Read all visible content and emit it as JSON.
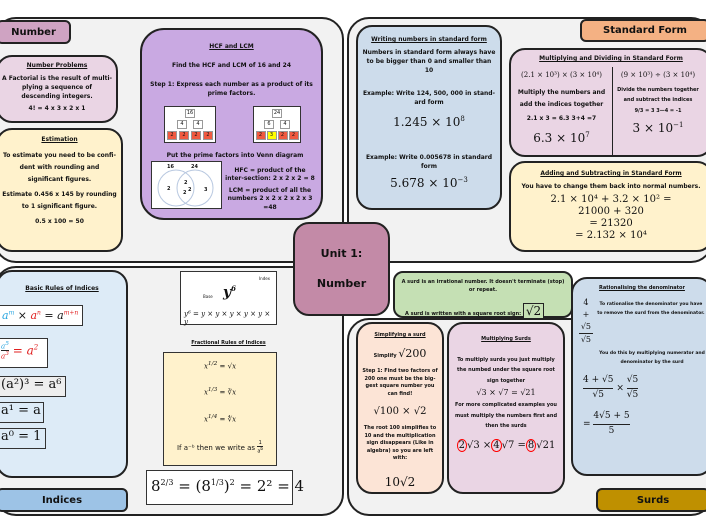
{
  "labels": {
    "number": "Number",
    "standard_form": "Standard Form",
    "indices": "Indices",
    "surds": "Surds",
    "unit_line1": "Unit 1:",
    "unit_line2": "Number"
  },
  "number_problems": {
    "title": "Number Problems",
    "text": "A Factorial is the  result of multi-plying a sequence of descending integers.",
    "example": "4! = 4 x 3 x 2 x 1"
  },
  "estimation": {
    "title": "Estimation",
    "text": "To estimate you need to be confi-dent with rounding and significant figures.",
    "example": "Estimate 0.456 x 145 by rounding to 1 significant figure.",
    "answer": "0.5 x 100 = 50"
  },
  "hcf": {
    "title": "HCF and LCM",
    "question": "Find the HCF and LCM of 16 and 24",
    "step1": "Step 1: Express each number as a product of its prime factors.",
    "tree16": {
      "root": "16",
      "mid": [
        "4",
        "4"
      ],
      "leaves": [
        "2",
        "2",
        "2",
        "2"
      ]
    },
    "tree24": {
      "root": "24",
      "mid": [
        "6",
        "4"
      ],
      "leaves": [
        "2",
        "3",
        "2",
        "2"
      ]
    },
    "venn_title": "Put the prime factors into Venn diagram",
    "venn": {
      "left_label": "16",
      "right_label": "24",
      "left": "2",
      "middle": [
        "2",
        "2",
        "2"
      ],
      "right": "3"
    },
    "hcf_text": "HFC = product of the inter-section: 2 x 2 x 2 = 8",
    "lcm_text": "LCM = product of all the numbers 2 x 2 x 2 x 2 x 3 =48"
  },
  "writing_sf": {
    "title": "Writing numbers in standard form",
    "rule": "Numbers in standard form always have to be bigger than 0 and smaller than 10",
    "ex1": "Example: Write  124, 500, 000 in stand-ard form",
    "ans1_m": "1.245",
    "ans1_e": "8",
    "ex2": "Example: Write 0.005678 in standard form",
    "ans2_m": "5.678",
    "ans2_e": "−3"
  },
  "muldiv": {
    "title": "Multiplying and Dividing in Standard Form",
    "left_expr": "(2.1 × 10³) × (3 × 10⁴)",
    "left_text": "Multiply the numbers and add the indices together",
    "left_calc": "2.1 x 3 = 6.3    3+4 =7",
    "left_ans_m": "6.3 × 10",
    "left_ans_e": "7",
    "right_expr": "(9 × 10³) ÷ (3 × 10⁴)",
    "right_text": "Divide the numbers together and subtract the indices",
    "right_calc": "9/3 = 3    3—4 = -1",
    "right_ans_m": "3 × 10",
    "right_ans_e": "−1"
  },
  "addsub": {
    "title": "Adding and Subtracting in Standard Form",
    "text": "You have to change them back into normal numbers.",
    "lines": [
      "2.1 × 10⁴ + 3.2 × 10² =",
      "21000 + 320",
      "= 21320",
      "= 2.132 × 10⁴"
    ]
  },
  "indices": {
    "title": "Basic Rules of Indices",
    "rule3": "(a²)³ = a⁶",
    "rule4": "a¹ = a",
    "rule5": "a⁰ = 1"
  },
  "y6": {
    "base": "Base",
    "index": "Index",
    "expansion": "y⁶ = y × y × y × y × y × y"
  },
  "fractional": {
    "title": "Fractional Rules of Indices",
    "r1": "= √x",
    "r2": "= ∛x",
    "r3": "= ∜x",
    "neg_text": "If a⁻ᵇ then we write as",
    "example": "= 2² = 4"
  },
  "surd_def": {
    "text1": "A surd is an irrational number. It doesn't terminate (stop) or repeat.",
    "text2": "A surd is written with a square root sign:",
    "symbol": "√2"
  },
  "simplify": {
    "title": "Simplifying a surd",
    "prompt": "Simplify",
    "expr": "√200",
    "step1": "Step 1: Find two factors of 200 one must be the big-gest square number you can find!",
    "split": "√100 × √2",
    "text2": "The root 100 simplifies to 10 and the multiplication sign disappears (Like in algebra) so you are left with:",
    "answer": "10√2"
  },
  "multiply": {
    "title": "Multiplying Surds",
    "text1": "To multiply surds you just multiply the numbed under the square root sign together",
    "ex1": "√3 × √7 = √21",
    "text2": "For more complicated examples you must multiply the numbers first and then the surds",
    "c1": "2",
    "s1": "√3 ×",
    "c2": "4",
    "s2": "√7 =",
    "c3": "8",
    "s3": "√21"
  },
  "rational": {
    "title": "Rationalising the denominator",
    "num": "4 + √5",
    "den": "√5",
    "text1": "To rationalise the denominator you have to remove the surd from the denominator.",
    "text2": "You do this by multiplying numerator and denominator by the surd",
    "res_num": "4√5 + 5",
    "res_den": "5"
  },
  "colors": {
    "number": "#cfa3c2",
    "standard_form": "#f4b183",
    "indices": "#9dc3e6",
    "surds": "#bf9000",
    "unit": "#c38aa7"
  }
}
